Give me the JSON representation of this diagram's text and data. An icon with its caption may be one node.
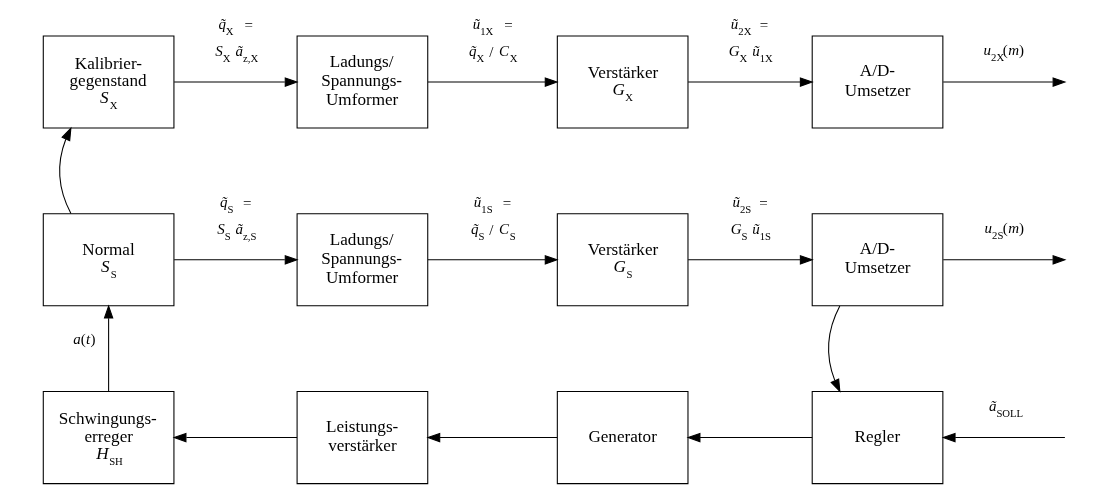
{
  "diagram": {
    "nodes": [
      {
        "text": [
          "Kalibrier- gegenstand",
          "*S*$_{X}$"
        ]
      },
      {
        "text": [
          "Normal",
          "*S*$_{S}$"
        ]
      },
      {
        "text": [
          "Ladungs/ Spannungs- Umformer"
        ]
      },
      {
        "text": [
          "Verstärker",
          "*G*$_{X}$"
        ]
      },
      {
        "text": [
          "A/D- Umsetzer"
        ]
      },
      {
        "text": [
          "Ladungs/ Spannungs- Umformer"
        ]
      },
      {
        "text": [
          "Verstärker",
          "*G*$_{S}$"
        ]
      },
      {
        "text": [
          "A/D- Umsetzer"
        ]
      },
      {
        "text": [
          "Regler"
        ]
      },
      {
        "text": [
          "Generator"
        ]
      },
      {
        "text": [
          "Leistungs- verstärker"
        ]
      },
      {
        "text": [
          "Schwingungs- erreger",
          "*H*$_{SH}$"
        ]
      }
    ],
    "edges": [
      {
        "from": 0,
        "to": 2,
        "arrow": "to",
        "label": "*q̃*$_{X}$ = *S*$_{X}$ *ã*$_{z,X}$"
      },
      {
        "from": 2,
        "to": 3,
        "arrow": "to",
        "label": "*ũ*$_{1X}$ = *q̃*$_{X}$ / *C*$_{X}$"
      },
      {
        "from": 3,
        "to": 4,
        "arrow": "to",
        "label": "*ũ*$_{2X}$ = *G*$_{X}$ *ũ*$_{1X}$"
      },
      {
        "from": 4,
        "to": null,
        "arrow": "to",
        "label": "*u*$_{2X}$(*m*)"
      },
      {
        "from": 1,
        "to": 0,
        "arrow": "to"
      },
      {
        "from": 1,
        "to": 5,
        "arrow": "to",
        "label": "*q̃*$_{S}$ = *S*$_{S}$ *ã*$_{z,S}$"
      },
      {
        "from": 5,
        "to": 6,
        "arrow": "to",
        "label": "*ũ*$_{1S}$ = *q̃*$_{S}$ / *C*$_{S}$"
      },
      {
        "from": 6,
        "to": 7,
        "arrow": "to",
        "label": "*ũ*$_{2S}$ = *G*$_{S}$ *ũ*$_{1S}$"
      },
      {
        "from": 7,
        "to": null,
        "arrow": "to",
        "label": "*u*$_{2S}$(*m*)"
      },
      {
        "from": 7,
        "to": 8,
        "arrow": "to"
      },
      {
        "from": null,
        "to": 8,
        "arrow": "to",
        "label": "*ã*$_{SOLL}$"
      },
      {
        "from": 8,
        "to": 9,
        "arrow": "to"
      },
      {
        "from": 9,
        "to": 10,
        "arrow": "to"
      },
      {
        "from": 10,
        "to": 11,
        "arrow": "to"
      },
      {
        "from": 11,
        "to": 1,
        "arrow": "to",
        "label": "*a*(*t*)"
      }
    ]
  }
}
